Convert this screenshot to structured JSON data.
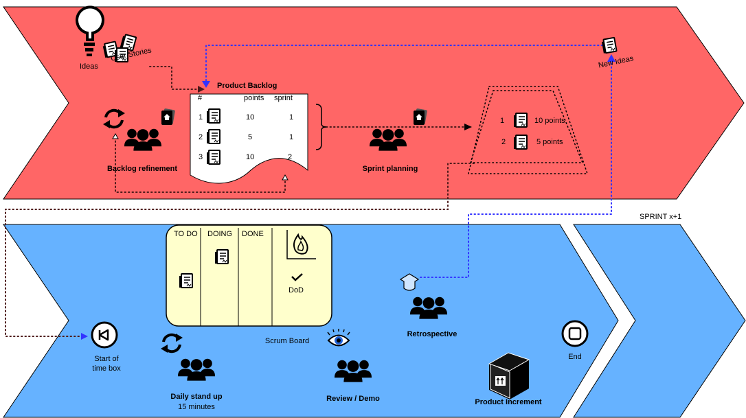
{
  "texts": {
    "ideas": "Ideas",
    "user_stories": "User Stories",
    "new_ideas": "New Ideas",
    "product_backlog": "Product Backlog",
    "col_num": "#",
    "col_points": "points",
    "col_sprint": "sprint",
    "backlog_refinement": "Backlog refinement",
    "sprint_planning": "Sprint planning",
    "sprint_item1_num": "1",
    "sprint_item1_pts": "10 points",
    "sprint_item2_num": "2",
    "sprint_item2_pts": "5 points",
    "sprint_next": "SPRINT x+1",
    "todo": "TO DO",
    "doing": "DOING",
    "done": "DONE",
    "dod": "DoD",
    "scrum_board": "Scrum Board",
    "start_line1": "Start of",
    "start_line2": "time box",
    "daily_line1": "Daily stand up",
    "daily_line2": "15 minutes",
    "review": "Review / Demo",
    "retrospective": "Retrospective",
    "end": "End",
    "product_increment": "Product Increment"
  },
  "backlog_rows": [
    {
      "num": "1",
      "points": "10",
      "sprint": "1"
    },
    {
      "num": "2",
      "points": "5",
      "sprint": "1"
    },
    {
      "num": "3",
      "points": "10",
      "sprint": "2"
    }
  ],
  "colors": {
    "red_band": "#ff6666",
    "blue_band": "#66b2ff",
    "board_fill": "#ffffcc",
    "dotted_dark": "#4d1a1a",
    "dotted_blue": "#3333ff",
    "icon": "#000000"
  }
}
